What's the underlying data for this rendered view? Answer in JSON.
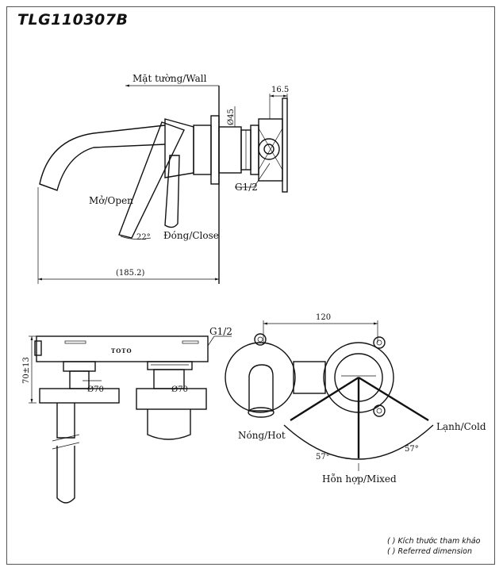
{
  "model_code": "TLG110307B",
  "side_view": {
    "wall_label": "Mặt tường/Wall",
    "open_label": "Mở/Open",
    "close_label": "Đóng/Close",
    "angle_label": "22°",
    "length_label": "(185.2)",
    "depth_label": "16.5",
    "diameter_label": "Ø45",
    "thread_label": "G1/2"
  },
  "front_view": {
    "height_label": "70±13",
    "thread_label": "G1/2",
    "left_diameter_label": "Ø70",
    "right_diameter_label": "Ø70",
    "brand_label": "TOTO"
  },
  "top_view": {
    "width_label": "120",
    "hot_label": "Nóng/Hot",
    "cold_label": "Lạnh/Cold",
    "mixed_label": "Hỗn hợp/Mixed",
    "left_angle_label": "57°",
    "right_angle_label": "57°"
  },
  "notes": [
    "( ) Kích thước tham khảo",
    "( ) Referred dimension"
  ]
}
